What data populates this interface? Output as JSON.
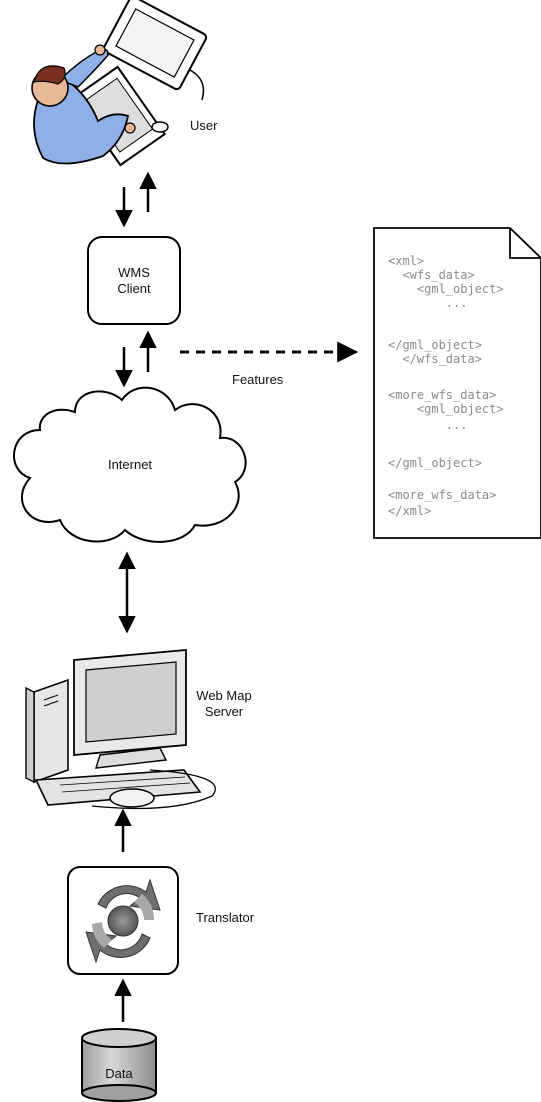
{
  "nodes": {
    "user": {
      "label": "User",
      "icon": "user-at-computer-icon"
    },
    "wms_client": {
      "line1": "WMS",
      "line2": "Client"
    },
    "internet": {
      "label": "Internet",
      "icon": "cloud-icon"
    },
    "web_map_server": {
      "line1": "Web Map",
      "line2": "Server",
      "icon": "desktop-computer-icon"
    },
    "translator": {
      "label": "Translator",
      "icon": "refresh-cycle-icon"
    },
    "data": {
      "label": "Data",
      "icon": "database-cylinder-icon"
    }
  },
  "edges": {
    "features_label": "Features"
  },
  "document": {
    "icon": "document-page-icon",
    "lines": [
      "<xml>",
      "  <wfs_data>",
      "    <gml_object>",
      "        ...",
      "",
      "</gml_object>",
      "  </wfs_data>",
      "",
      "<more_wfs_data>",
      "    <gml_object>",
      "        ...",
      "",
      "</gml_object>",
      "",
      "<more_wfs_data>",
      "</xml>"
    ]
  },
  "colors": {
    "line": "#000000",
    "doc_text": "#8a8a8a",
    "shirt": "#8fb0e6",
    "hair": "#7a2e1e",
    "gear_gray": "#6f6f6f",
    "cylinder": "#bdbdbd"
  }
}
